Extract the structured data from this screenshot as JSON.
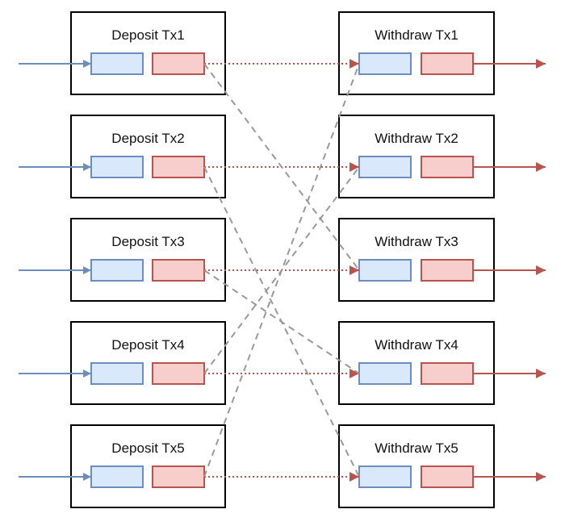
{
  "colors": {
    "input_fill": "#dae8fc",
    "input_stroke": "#6c8ebf",
    "output_fill": "#f8cecc",
    "output_stroke": "#b85450",
    "box_stroke": "#000000",
    "link_dashed": "#999999"
  },
  "deposits": [
    {
      "label": "Deposit Tx1"
    },
    {
      "label": "Deposit Tx2"
    },
    {
      "label": "Deposit Tx3"
    },
    {
      "label": "Deposit Tx4"
    },
    {
      "label": "Deposit Tx5"
    }
  ],
  "withdraws": [
    {
      "label": "Withdraw Tx1"
    },
    {
      "label": "Withdraw Tx2"
    },
    {
      "label": "Withdraw Tx3"
    },
    {
      "label": "Withdraw Tx4"
    },
    {
      "label": "Withdraw Tx5"
    }
  ],
  "dotted_links": [
    {
      "from": 1,
      "to": 1
    },
    {
      "from": 2,
      "to": 2
    },
    {
      "from": 3,
      "to": 3
    },
    {
      "from": 4,
      "to": 4
    },
    {
      "from": 5,
      "to": 5
    }
  ],
  "dashed_links": [
    {
      "from": 1,
      "to": 3
    },
    {
      "from": 2,
      "to": 5
    },
    {
      "from": 3,
      "to": 4
    },
    {
      "from": 4,
      "to": 2
    },
    {
      "from": 5,
      "to": 1
    }
  ]
}
